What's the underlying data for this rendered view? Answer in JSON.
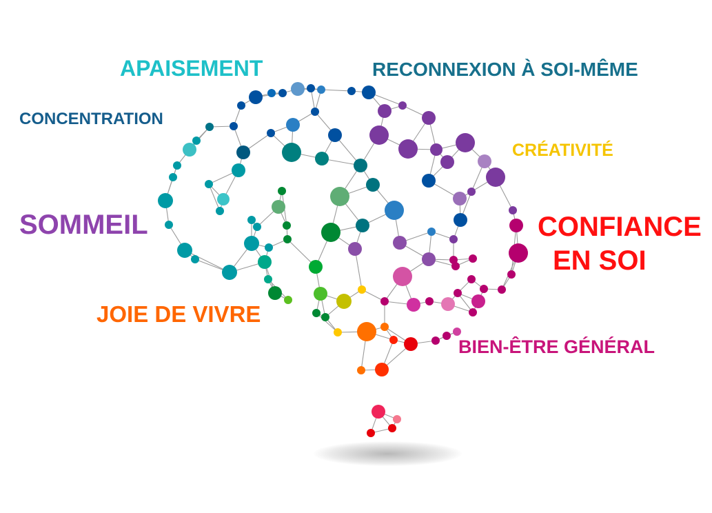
{
  "labels": {
    "apaisement": "APAISEMENT",
    "reconnexion": "RECONNEXION À SOI-MÊME",
    "concentration": "CONCENTRATION",
    "creativite": "CRÉATIVITÉ",
    "sommeil": "SOMMEIL",
    "confiance_line1": "CONFIANCE",
    "confiance_line2": "EN SOI",
    "joie": "JOIE DE VIVRE",
    "bien_etre": "BIEN-ÊTRE GÉNÉRAL"
  },
  "colors": {
    "apaisement": "#1ec0c8",
    "reconnexion": "#17708c",
    "concentration": "#155d8c",
    "creativite": "#f5c400",
    "sommeil": "#8e44ad",
    "confiance": "#ff1010",
    "joie": "#ff6600",
    "bien_etre": "#c8147a",
    "edge": "#9a9a9a"
  }
}
